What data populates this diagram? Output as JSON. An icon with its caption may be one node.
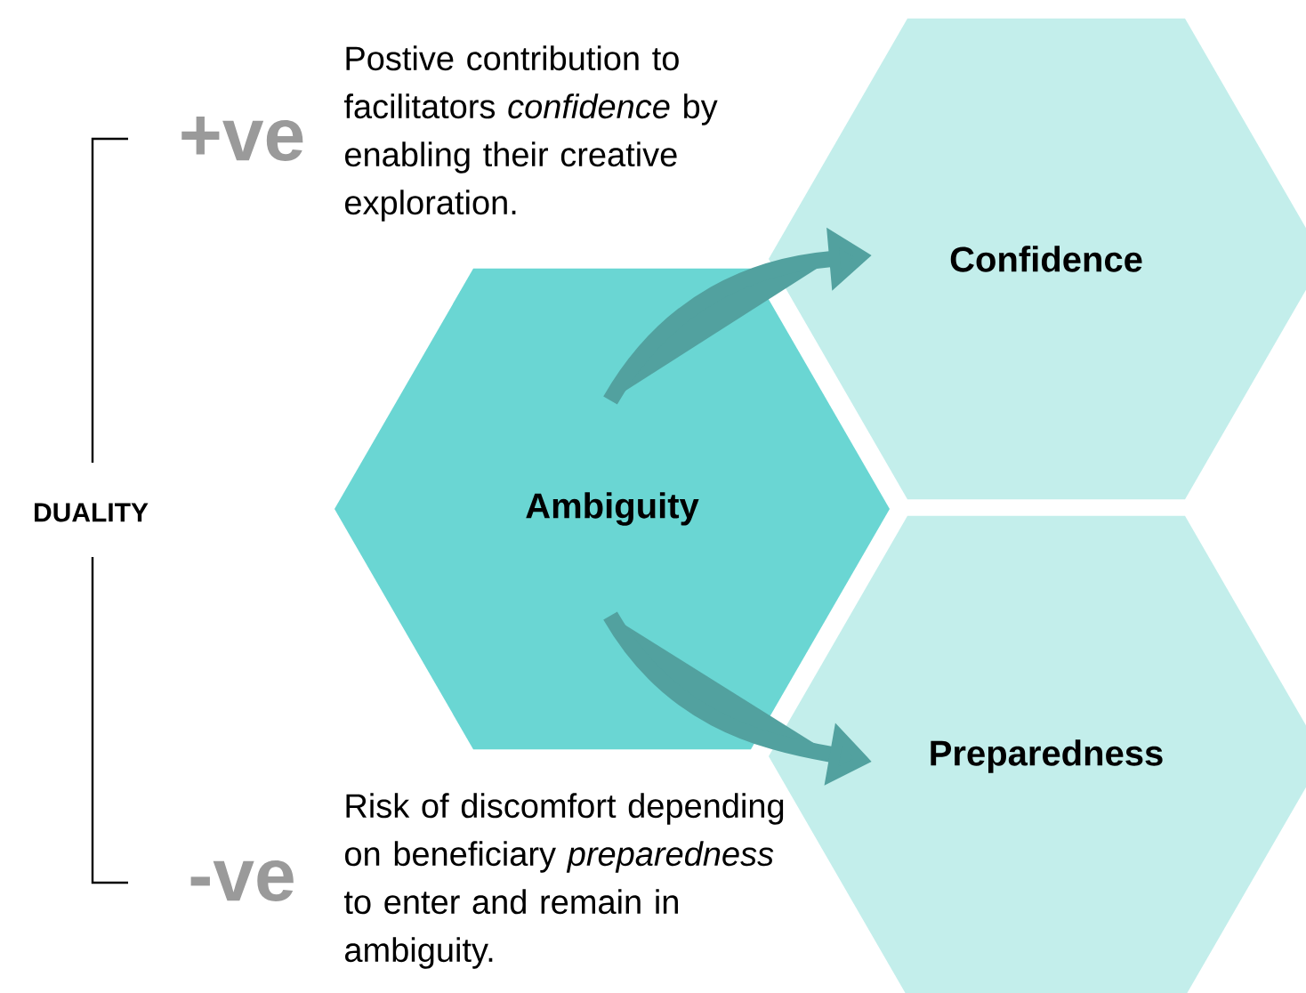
{
  "diagram": {
    "nodes": [
      {
        "text": [
          "Ambiguity"
        ]
      },
      {
        "text": [
          "Confidence"
        ]
      },
      {
        "text": [
          "Preparedness"
        ]
      }
    ],
    "edges": [
      {
        "from": 0,
        "to": 1,
        "arrow": "to",
        "style": "thick",
        "color": "#52a19f"
      },
      {
        "from": 0,
        "to": 2,
        "arrow": "to",
        "style": "thick",
        "color": "#52a19f"
      }
    ],
    "labels": [
      "+ve",
      "Postive contribution to facilitators *confidence* by enabling their creative exploration.",
      "DUALITY",
      "-ve",
      "Risk of discomfort depending on beneficiary *preparedness* to enter and remain in ambiguity."
    ]
  }
}
